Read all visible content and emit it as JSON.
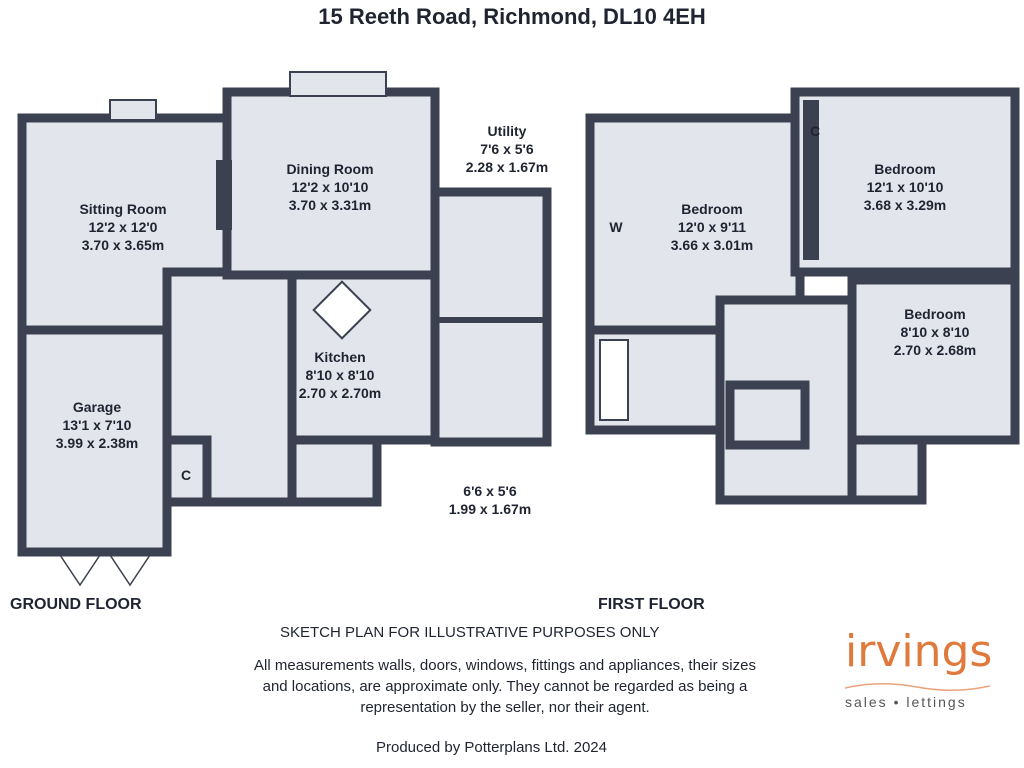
{
  "title": "15 Reeth Road, Richmond, DL10 4EH",
  "ground_floor": {
    "label": "GROUND FLOOR",
    "rooms": [
      {
        "name": "Sitting Room",
        "imperial": "12'2 x 12'0",
        "metric": "3.70 x 3.65m"
      },
      {
        "name": "Dining Room",
        "imperial": "12'2 x 10'10",
        "metric": "3.70 x 3.31m"
      },
      {
        "name": "Utility",
        "imperial": "7'6 x 5'6",
        "metric": "2.28 x 1.67m"
      },
      {
        "name": "Kitchen",
        "imperial": "8'10 x 8'10",
        "metric": "2.70 x 2.70m"
      },
      {
        "name": "Garage",
        "imperial": "13'1 x 7'10",
        "metric": "3.99 x 2.38m"
      },
      {
        "name": "",
        "imperial": "6'6 x 5'6",
        "metric": "1.99 x 1.67m"
      }
    ],
    "cupboard": "C"
  },
  "first_floor": {
    "label": "FIRST FLOOR",
    "rooms": [
      {
        "name": "Bedroom",
        "imperial": "12'0 x 9'11",
        "metric": "3.66 x 3.01m"
      },
      {
        "name": "Bedroom",
        "imperial": "12'1 x 10'10",
        "metric": "3.68 x 3.29m"
      },
      {
        "name": "Bedroom",
        "imperial": "8'10 x 8'10",
        "metric": "2.70 x 2.68m"
      }
    ],
    "wardrobe": "W",
    "cupboard": "C"
  },
  "sketch_note": "SKETCH PLAN FOR ILLUSTRATIVE PURPOSES ONLY",
  "disclaimer": "All measurements walls, doors, windows, fittings and appliances, their sizes and locations, are approximate only. They cannot be regarded as being a representation by the seller, nor their agent.",
  "producer": "Produced by Potterplans Ltd. 2024",
  "logo": {
    "brand": "irvings",
    "tagline": "sales • lettings"
  },
  "colors": {
    "wall": "#3b4150",
    "floor": "#e3e5ed",
    "brand": "#e07a3c"
  }
}
